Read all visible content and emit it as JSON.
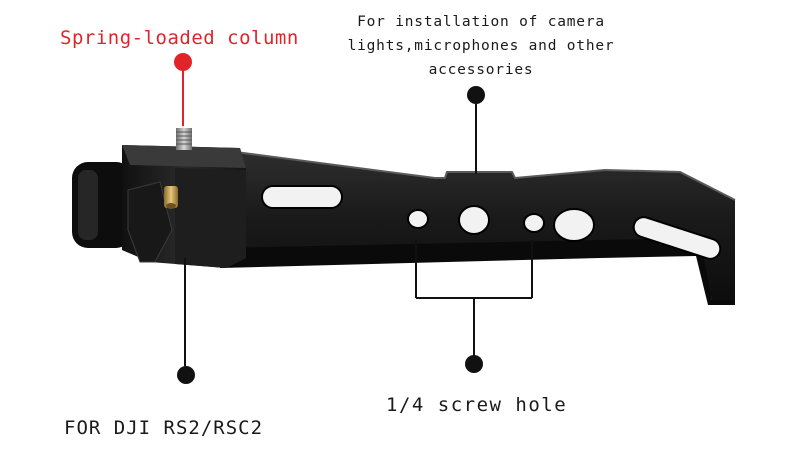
{
  "annotations": {
    "spring_column": "Spring-loaded column",
    "accessory_line1": "For installation of camera",
    "accessory_line2": "lights,microphones and other",
    "accessory_line3": "accessories",
    "screw_hole": "1/4 screw hole",
    "compatibility": "FOR DJI RS2/RSC2"
  },
  "colors": {
    "accent_red": "#e0242a",
    "callout_black": "#111111",
    "bracket_body": "#1b1b1b"
  }
}
